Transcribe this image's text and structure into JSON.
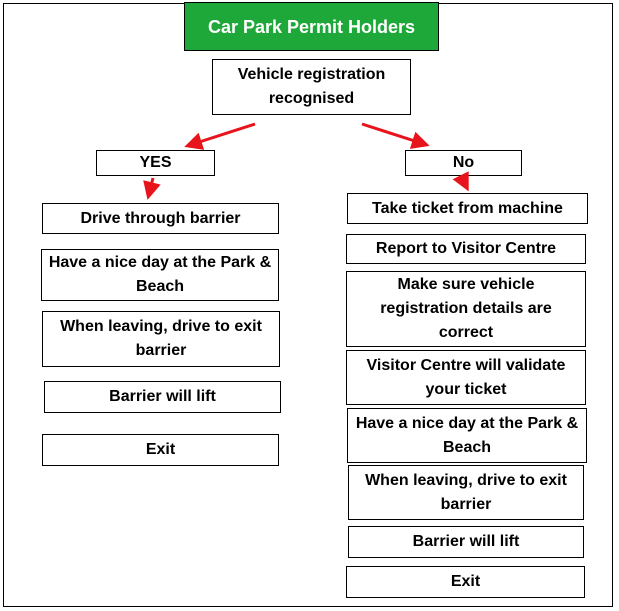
{
  "title": "Car Park Permit Holders",
  "question": "Vehicle registration recognised",
  "yes": {
    "label": "YES",
    "steps": [
      "Drive through barrier",
      "Have a nice day at the Park & Beach",
      "When leaving, drive to exit barrier",
      "Barrier will lift",
      "Exit"
    ]
  },
  "no": {
    "label": "No",
    "steps": [
      "Take ticket from machine",
      "Report to Visitor Centre",
      "Make sure vehicle registration details are correct",
      "Visitor Centre will validate your ticket",
      "Have a nice day at the Park & Beach",
      "When leaving, drive to exit barrier",
      "Barrier will lift",
      "Exit"
    ]
  },
  "colors": {
    "title_bg": "#1fa83a",
    "arrow": "#e8141b"
  }
}
